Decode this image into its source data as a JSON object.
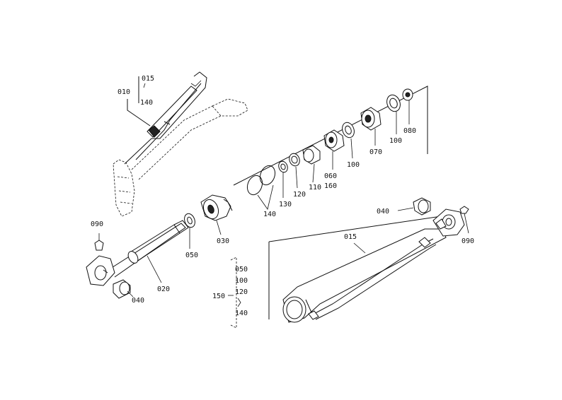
{
  "callouts": {
    "top_015": "015",
    "top_010": "010",
    "top_140": "140",
    "p080": "080",
    "p100a": "100",
    "p070": "070",
    "p100b": "100",
    "p060": "060",
    "p160": "160",
    "p110": "110",
    "p120": "120",
    "p130": "130",
    "p140": "140",
    "p030": "030",
    "p050": "050",
    "p090a": "090",
    "p020": "020",
    "p040a": "040",
    "p040b": "040",
    "p015": "015",
    "p090b": "090"
  },
  "kit": {
    "label": "150",
    "items": [
      "050",
      "100",
      "120",
      "140"
    ]
  }
}
